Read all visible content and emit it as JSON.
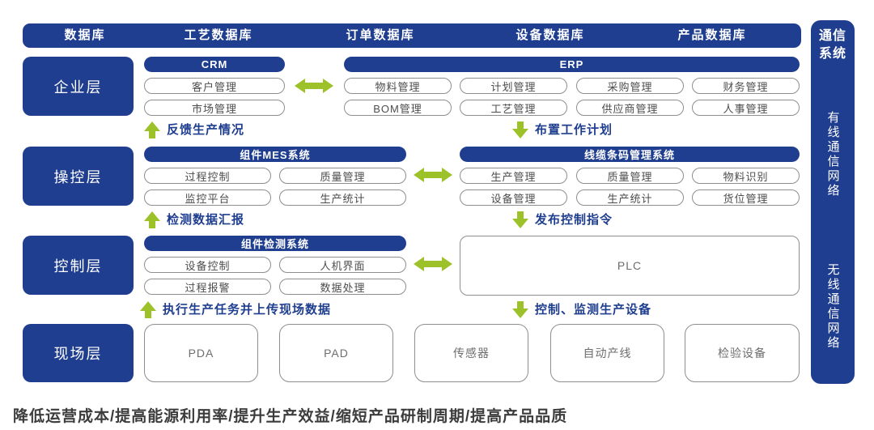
{
  "colors": {
    "navy": "#1f3e8f",
    "green": "#9dc229"
  },
  "top_bar": {
    "items": [
      "数据库",
      "工艺数据库",
      "订单数据库",
      "设备数据库",
      "产品数据库"
    ]
  },
  "comm": {
    "title": "通信系统",
    "wired": "有线通信网络",
    "wireless": "无线通信网络"
  },
  "enterprise": {
    "label": "企业层",
    "crm": {
      "title": "CRM",
      "items": [
        "客户管理",
        "市场管理"
      ]
    },
    "erp": {
      "title": "ERP",
      "rows": [
        [
          "物料管理",
          "计划管理",
          "采购管理",
          "财务管理"
        ],
        [
          "BOM管理",
          "工艺管理",
          "供应商管理",
          "人事管理"
        ]
      ]
    }
  },
  "flow1": {
    "up": "反馈生产情况",
    "down": "布置工作计划"
  },
  "operation": {
    "label": "操控层",
    "mes": {
      "title": "组件MES系统",
      "rows": [
        [
          "过程控制",
          "质量管理"
        ],
        [
          "监控平台",
          "生产统计"
        ]
      ]
    },
    "barcode": {
      "title": "线缆条码管理系统",
      "rows": [
        [
          "生产管理",
          "质量管理",
          "物料识别"
        ],
        [
          "设备管理",
          "生产统计",
          "货位管理"
        ]
      ]
    }
  },
  "flow2": {
    "up": "检测数据汇报",
    "down": "发布控制指令"
  },
  "control": {
    "label": "控制层",
    "detect": {
      "title": "组件检测系统",
      "rows": [
        [
          "设备控制",
          "人机界面"
        ],
        [
          "过程报警",
          "数据处理"
        ]
      ]
    },
    "plc": "PLC"
  },
  "flow3": {
    "up": "执行生产任务并上传现场数据",
    "down": "控制、监测生产设备"
  },
  "field": {
    "label": "现场层",
    "items": [
      "PDA",
      "PAD",
      "传感器",
      "自动产线",
      "检验设备"
    ]
  },
  "tagline": "降低运营成本/提高能源利用率/提升生产效益/缩短产品研制周期/提高产品品质"
}
